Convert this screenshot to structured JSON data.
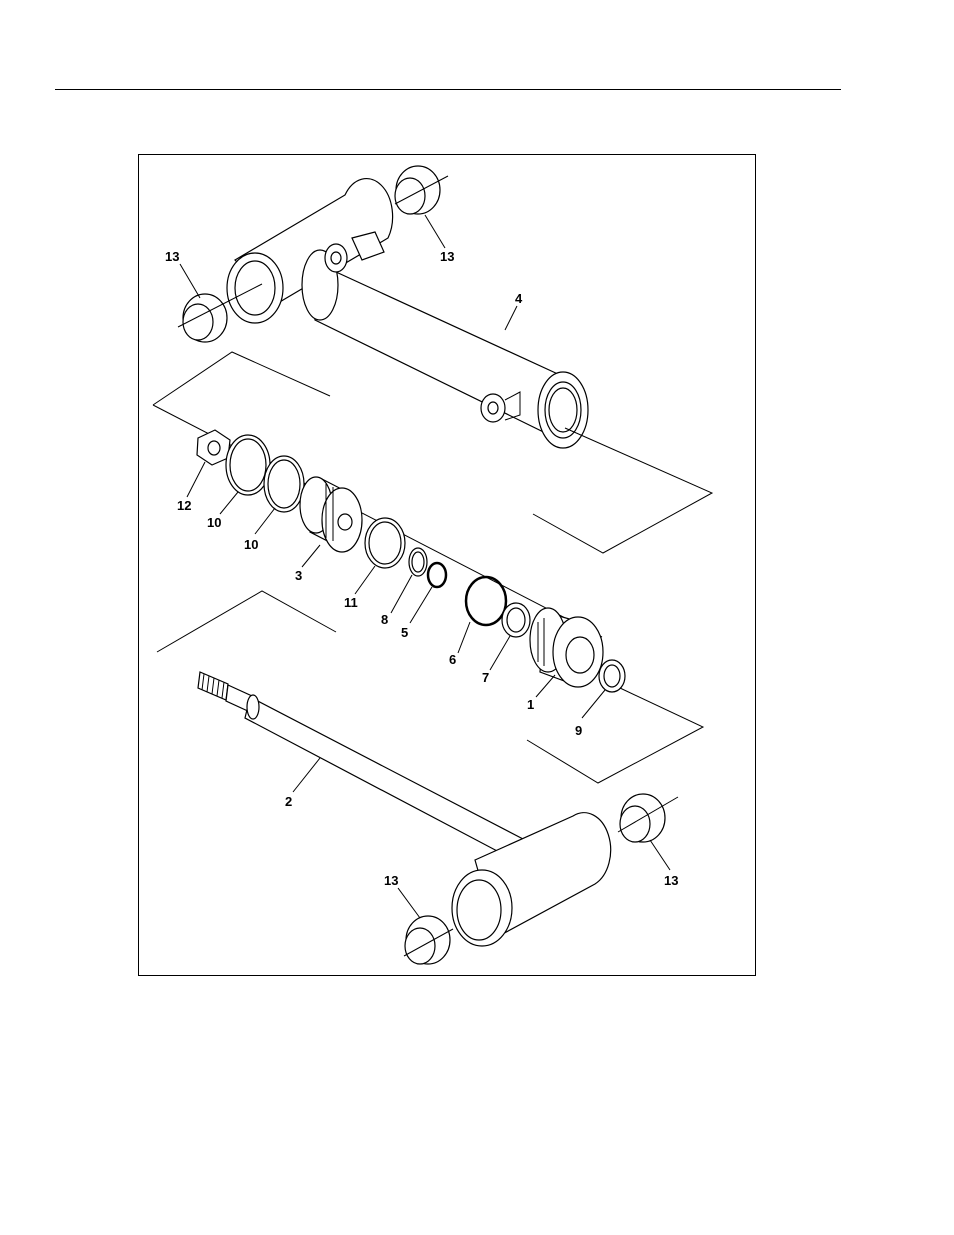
{
  "figure": {
    "callouts": {
      "c1": "1",
      "c2": "2",
      "c3": "3",
      "c4": "4",
      "c5": "5",
      "c6": "6",
      "c7": "7",
      "c8": "8",
      "c9": "9",
      "c10a": "10",
      "c10b": "10",
      "c11": "11",
      "c12": "12",
      "c13a": "13",
      "c13b": "13",
      "c13c": "13",
      "c13d": "13"
    }
  }
}
